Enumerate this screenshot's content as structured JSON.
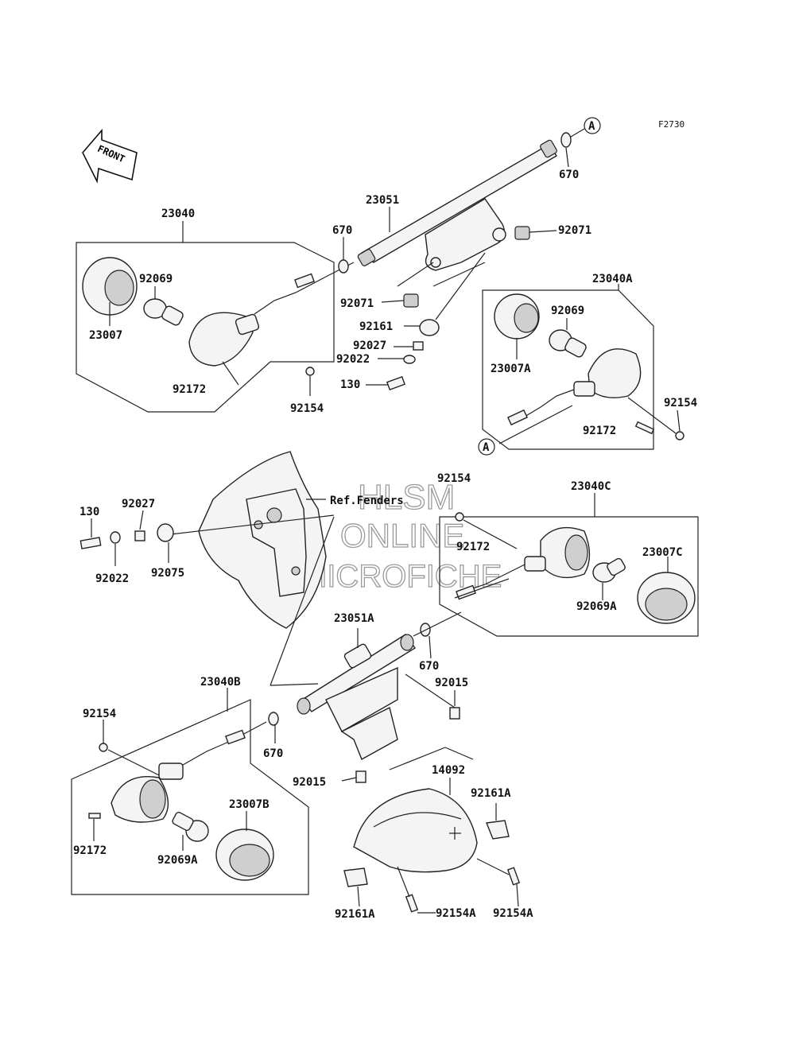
{
  "figure_code": "F2730",
  "front_arrow": "FRONT",
  "ref_fenders": "Ref.Fenders",
  "watermark": [
    "HLSM",
    "ONLINE",
    "MICROFICHE"
  ],
  "connector": "A",
  "parts": {
    "p23040": "23040",
    "p23051": "23051",
    "p670_top": "670",
    "p670_a": "670",
    "p92071_r": "92071",
    "p92071_l": "92071",
    "p92069_a": "92069",
    "p23007": "23007",
    "p92161": "92161",
    "p92027_a": "92027",
    "p92022_a": "92022",
    "p130_a": "130",
    "p92172_a": "92172",
    "p92154_a": "92154",
    "p23040A": "23040A",
    "p92069_b": "92069",
    "p23007A": "23007A",
    "p92154_b": "92154",
    "p92172_b": "92172",
    "p130_b": "130",
    "p92027_b": "92027",
    "p92022_b": "92022",
    "p92075": "92075",
    "p92154_c": "92154",
    "p23040C": "23040C",
    "p92172_c": "92172",
    "p23007C": "23007C",
    "p92069A_a": "92069A",
    "p23051A": "23051A",
    "p670_b": "670",
    "p92015_a": "92015",
    "p23040B": "23040B",
    "p92154_d": "92154",
    "p670_c": "670",
    "p92015_b": "92015",
    "p14092": "14092",
    "p92161A_a": "92161A",
    "p23007B": "23007B",
    "p92172_d": "92172",
    "p92069A_b": "92069A",
    "p92161A_b": "92161A",
    "p92154A_a": "92154A",
    "p92154A_b": "92154A"
  }
}
